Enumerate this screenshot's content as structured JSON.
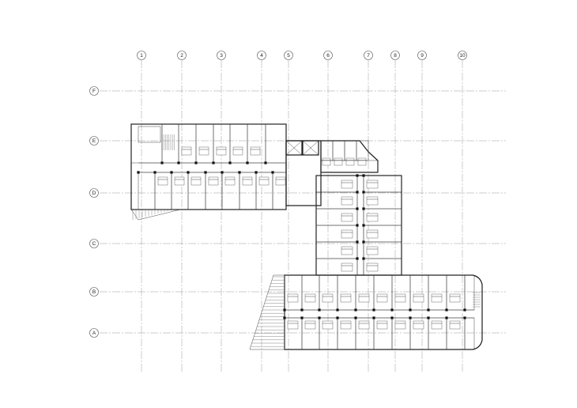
{
  "grid": {
    "columns": [
      "1",
      "2",
      "3",
      "4",
      "5",
      "6",
      "7",
      "8",
      "9",
      "10"
    ],
    "rows": [
      "F",
      "E",
      "D",
      "C",
      "B",
      "A"
    ]
  },
  "colors": {
    "wall": "#1a1a1a",
    "grid": "#9a9a9a",
    "background": "#ffffff"
  }
}
